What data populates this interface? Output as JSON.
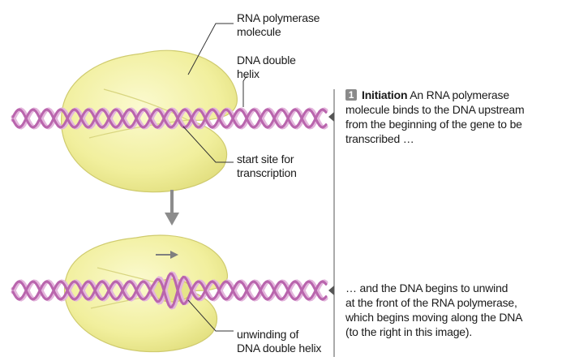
{
  "labels": {
    "rna_polymerase": [
      "RNA polymerase",
      "molecule"
    ],
    "dna_double_helix": [
      "DNA double",
      "helix"
    ],
    "start_site": [
      "start site for",
      "transcription"
    ],
    "unwinding": [
      "unwinding of",
      "DNA double helix"
    ]
  },
  "steps": [
    {
      "number": "1",
      "title": "Initiation",
      "lines": [
        "An RNA polymerase",
        "molecule binds to the DNA upstream",
        "from the beginning of the gene to be",
        "transcribed …"
      ]
    },
    {
      "lines": [
        "… and the DNA begins to unwind",
        "at the front of the RNA polymerase,",
        "which begins moving along the DNA",
        "(to the right in this image)."
      ]
    }
  ],
  "colors": {
    "polymerase_fill": "#f3f1a2",
    "dna_strand": "#b965ad",
    "dna_strand_light": "#e3b5dc",
    "leader": "#333333",
    "arrow": "#8c8c8c"
  }
}
